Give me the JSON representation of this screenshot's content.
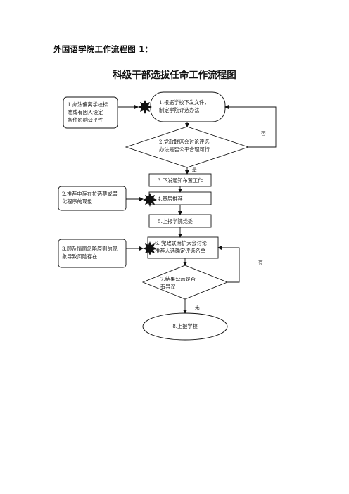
{
  "heading": "外国语学院工作流程图 1：",
  "title": "科级干部选拔任命工作流程图",
  "steps": {
    "s1": [
      "1.根据学校下发文件，",
      "制定学院评选办法"
    ],
    "s2": [
      "2.党政联席会讨论评选",
      "办法是否公平合理可行"
    ],
    "s3": "3.下发通知布置工作",
    "s4": "4.基层推荐",
    "s5": "5.上报学院党委",
    "s6": [
      "6. 党政联席扩大会讨论",
      "推荐人选确定评选名单"
    ],
    "s7": [
      "7.结果公示是否",
      "有异议"
    ],
    "s8": "8.上报学校"
  },
  "risks": {
    "r1": [
      "1.办法偏离学校标",
      "准或有因人设定",
      "条件影响公平性"
    ],
    "r2": [
      "2.推荐中存在拉选票或弱",
      "化程序的现象"
    ],
    "r3": [
      "3.顾及情面忽略原则的现",
      "象导致风险存在"
    ]
  },
  "edges": {
    "no": "否",
    "yes": "是",
    "has": "有",
    "none": "无"
  },
  "colors": {
    "line": "#111111",
    "risk_mark": "#111111"
  }
}
